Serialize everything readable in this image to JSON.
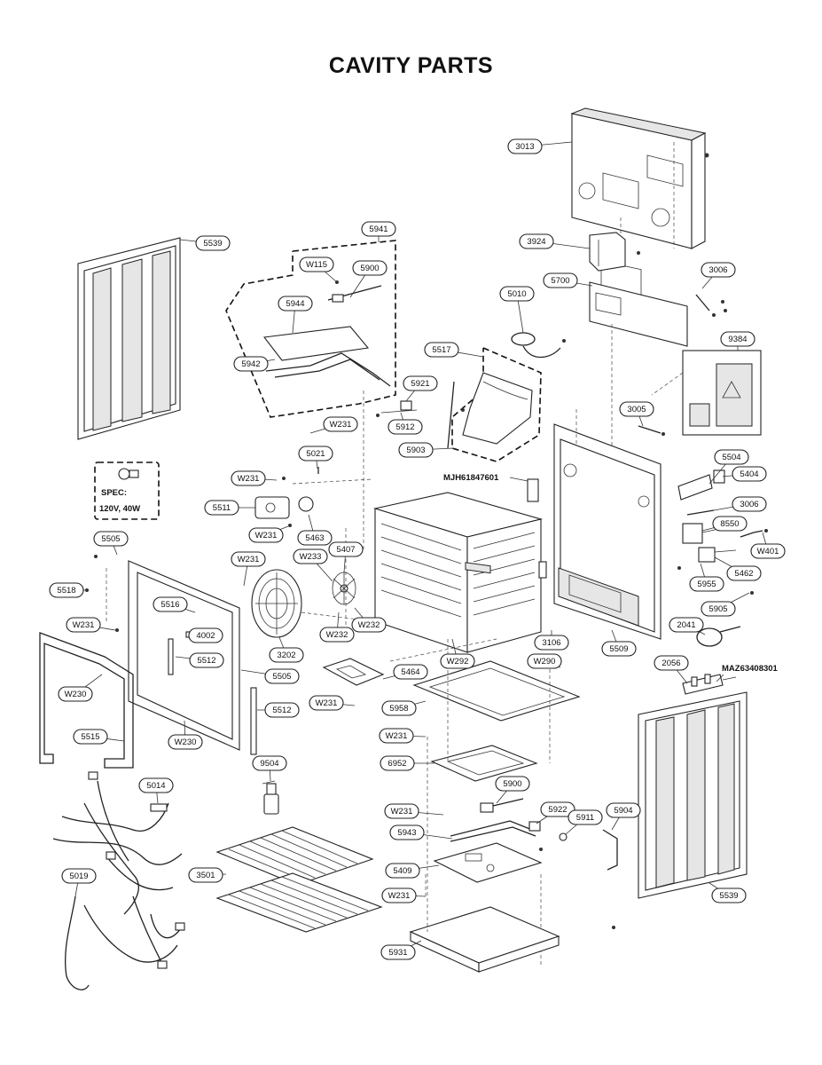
{
  "title": "CAVITY PARTS",
  "spec_note": {
    "line1": "SPEC:",
    "line2": "120V, 40W"
  },
  "text_labels": {
    "mjh": "MJH61847601",
    "maz": "MAZ63408301"
  },
  "callouts": {
    "p3013": "3013",
    "p3924": "3924",
    "p5700": "5700",
    "p3006a": "3006",
    "p9384": "9384",
    "p5010": "5010",
    "p5517": "5517",
    "p3005": "3005",
    "p5941": "5941",
    "pw115": "W115",
    "p5900a": "5900",
    "p5944": "5944",
    "p5942": "5942",
    "p5921": "5921",
    "p5912": "5912",
    "pw231a": "W231",
    "p5903": "5903",
    "p5539a": "5539",
    "p5021": "5021",
    "pw231b": "W231",
    "p5511": "5511",
    "pw231c": "W231",
    "p5463": "5463",
    "p5504": "5504",
    "p5404": "5404",
    "p3006b": "3006",
    "p8550": "8550",
    "pw401": "W401",
    "p5462": "5462",
    "p5955": "5955",
    "p5905": "5905",
    "p2041": "2041",
    "p2056": "2056",
    "p5505a": "5505",
    "pw231d": "W231",
    "pw233": "W233",
    "p5407": "5407",
    "p5518": "5518",
    "p5516": "5516",
    "p4002": "4002",
    "pw231e": "W231",
    "p5512a": "5512",
    "pw230a": "W230",
    "p3202": "3202",
    "pw232a": "W232",
    "pw232b": "W232",
    "p5505b": "5505",
    "pw292": "W292",
    "p3106": "3106",
    "pw290": "W290",
    "p5509": "5509",
    "p5464": "5464",
    "pw231f": "W231",
    "p5958": "5958",
    "p5512b": "5512",
    "p5515": "5515",
    "pw230b": "W230",
    "pw231g": "W231",
    "p6952": "6952",
    "p9504": "9504",
    "p5014": "5014",
    "p5900b": "5900",
    "pw231h": "W231",
    "p5922": "5922",
    "p5911": "5911",
    "p5904": "5904",
    "p5943": "5943",
    "p5019": "5019",
    "p3501": "3501",
    "p5409": "5409",
    "pw231i": "W231",
    "p5931": "5931",
    "p5539b": "5539"
  },
  "callout_order": [
    "p3013",
    "p3924",
    "p5700",
    "p3006a",
    "p9384",
    "p5010",
    "p5517",
    "p3005",
    "p5941",
    "pw115",
    "p5900a",
    "p5944",
    "p5942",
    "p5921",
    "p5912",
    "pw231a",
    "p5903",
    "p5539a",
    "p5021",
    "pw231b",
    "p5511",
    "pw231c",
    "p5463",
    "p5504",
    "p5404",
    "p3006b",
    "p8550",
    "pw401",
    "p5462",
    "p5955",
    "p5905",
    "p2041",
    "p2056",
    "p5505a",
    "pw231d",
    "pw233",
    "p5407",
    "p5518",
    "p5516",
    "p4002",
    "pw231e",
    "p5512a",
    "pw230a",
    "p3202",
    "pw232a",
    "pw232b",
    "p5505b",
    "pw292",
    "p3106",
    "pw290",
    "p5509",
    "p5464",
    "pw231f",
    "p5958",
    "p5512b",
    "p5515",
    "pw230b",
    "pw231g",
    "p6952",
    "p9504",
    "p5014",
    "p5900b",
    "pw231h",
    "p5922",
    "p5911",
    "p5904",
    "p5943",
    "p5019",
    "p3501",
    "p5409",
    "pw231i",
    "p5931",
    "p5539b"
  ]
}
